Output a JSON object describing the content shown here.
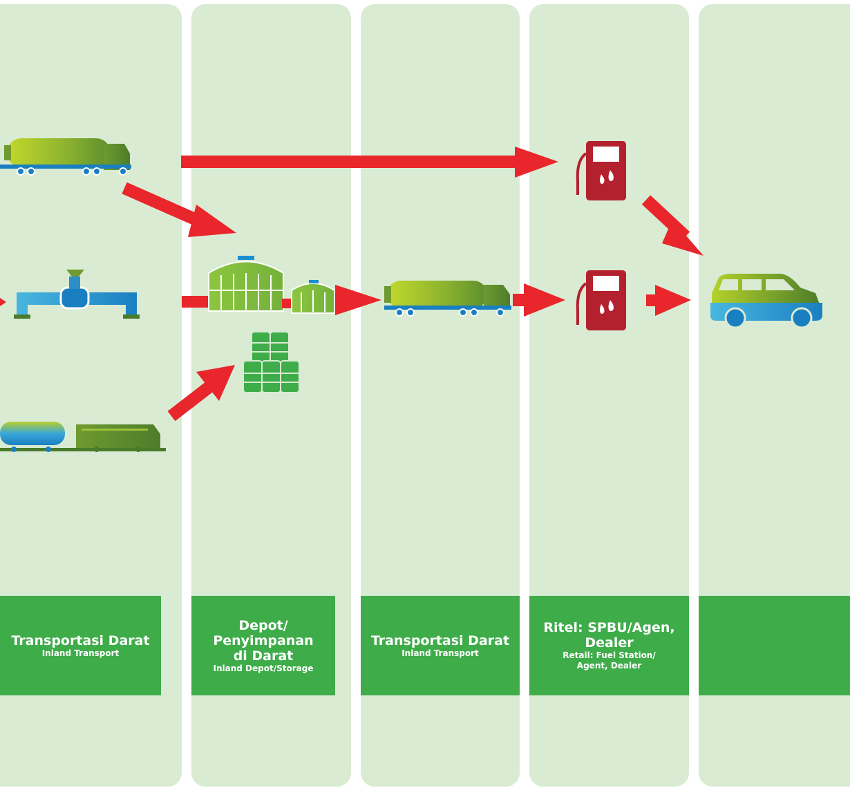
{
  "columns": [
    {
      "main": "Transportasi Darat",
      "sub": "Inland Transport"
    },
    {
      "main": "Depot/ Penyimpanan di Darat",
      "sub": "Inland Depot/Storage"
    },
    {
      "main": "Transportasi Darat",
      "sub": "Inland Transport"
    },
    {
      "main": "Ritel: SPBU/Agen, Dealer",
      "sub": "Retail: Fuel Station/ Agent, Dealer"
    },
    {
      "main": "",
      "sub": ""
    }
  ],
  "colors": {
    "column_bg": "#d9ebd3",
    "label_bg": "#3fac4a",
    "arrow": "#e8262b",
    "pump": "#b3202e",
    "green_dark": "#5c8f2e",
    "green_light": "#b5d12a",
    "blue": "#1a8fd0"
  },
  "icons": [
    "tanker-truck-icon",
    "pipeline-valve-icon",
    "rail-tanker-icon",
    "storage-tank-icon",
    "oil-drums-icon",
    "fuel-pump-icon",
    "car-icon"
  ]
}
